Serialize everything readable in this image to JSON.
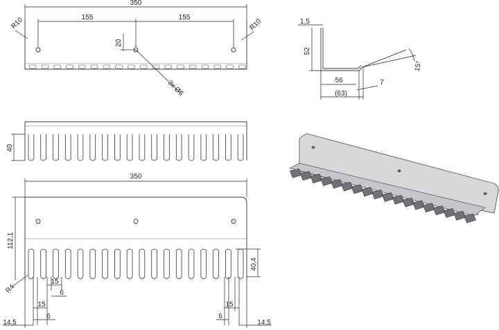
{
  "views": {
    "top": {
      "overall_width": "350",
      "half_spacing_left": "155",
      "half_spacing_right": "155",
      "hole_offset": "20",
      "hole_callout": "3x Ø6",
      "corner_radius_left": "R10",
      "corner_radius_right": "R10"
    },
    "front": {
      "tooth_height": "40"
    },
    "bottom": {
      "overall_width": "350",
      "overall_height": "112,1",
      "slot_depth": "40,4",
      "tooth_radius": "R4",
      "pitch_left_a": "15",
      "slot_width_left_a": "6",
      "pitch_left_b": "15",
      "slot_width_left_b": "6",
      "edge_left": "14,5",
      "pitch_right": "15",
      "slot_width_right": "6",
      "edge_right": "14,5"
    },
    "side": {
      "thickness": "1,5",
      "height": "52",
      "base_depth": "56",
      "total_depth": "(63)",
      "tip_length": "7",
      "bend_angle": "15°"
    },
    "isometric": {}
  }
}
